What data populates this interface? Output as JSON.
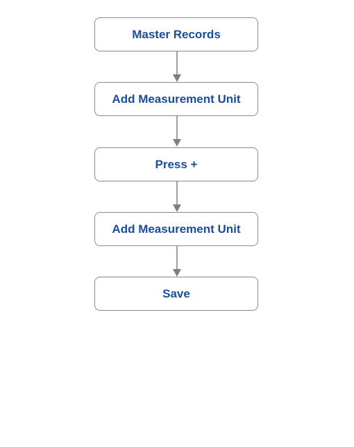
{
  "flowchart": {
    "steps": [
      {
        "label": "Master Records"
      },
      {
        "label": "Add Measurement Unit"
      },
      {
        "label": "Press +"
      },
      {
        "label": "Add Measurement Unit"
      },
      {
        "label": "Save"
      }
    ],
    "colors": {
      "text": "#1a4d99",
      "border": "#8a8a8a",
      "arrow": "#7f7f7f"
    }
  }
}
